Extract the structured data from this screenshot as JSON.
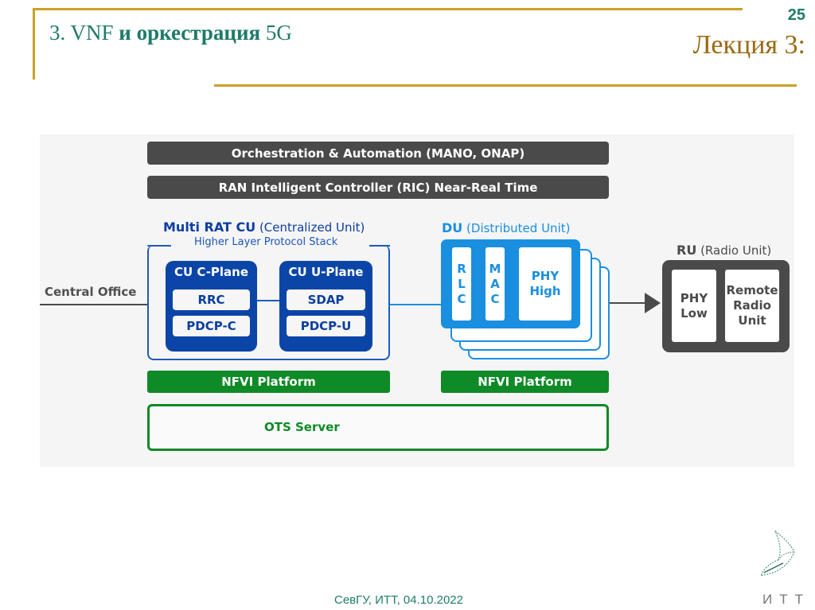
{
  "slide": {
    "title_prefix": "3. VNF",
    "title_bold": " и оркестрация ",
    "title_suffix": "5G",
    "page_number": "25",
    "lecture": "Лекция 3:",
    "footer": "СевГУ, ИТТ, 04.10.2022",
    "logo_text": "ИТТ",
    "colors": {
      "accent_gold": "#c9a227",
      "title_teal": "#1e7b6a",
      "lecture_brown": "#9a6a12"
    }
  },
  "diagram": {
    "orchestration_bar": "Orchestration & Automation (MANO, ONAP)",
    "ric_bar": "RAN Intelligent Controller (RIC) Near-Real Time",
    "central_office": "Central Office",
    "cu": {
      "title_bold": "Multi RAT CU",
      "title_light": " (Centralized Unit)",
      "subtitle": "Higher Layer Protocol Stack",
      "c_plane": {
        "title": "CU C-Plane",
        "items": [
          "RRC",
          "PDCP-C"
        ]
      },
      "u_plane": {
        "title": "CU U-Plane",
        "items": [
          "SDAP",
          "PDCP-U"
        ]
      }
    },
    "du": {
      "title_bold": "DU",
      "title_light": " (Distributed Unit)",
      "cells": [
        "R\nL\nC",
        "M\nA\nC",
        "PHY\nHigh"
      ]
    },
    "ru": {
      "title_bold": "RU",
      "title_light": " (Radio Unit)",
      "cells": [
        "PHY\nLow",
        "Remote\nRadio\nUnit"
      ]
    },
    "nfvi_cu": "NFVI Platform",
    "nfvi_du": "NFVI Platform",
    "ots_server": "OTS Server",
    "colors": {
      "dark_gray": "#4a4a4a",
      "cu_blue": "#0b45a8",
      "du_blue": "#1a8fe0",
      "green": "#0e8a26"
    }
  }
}
